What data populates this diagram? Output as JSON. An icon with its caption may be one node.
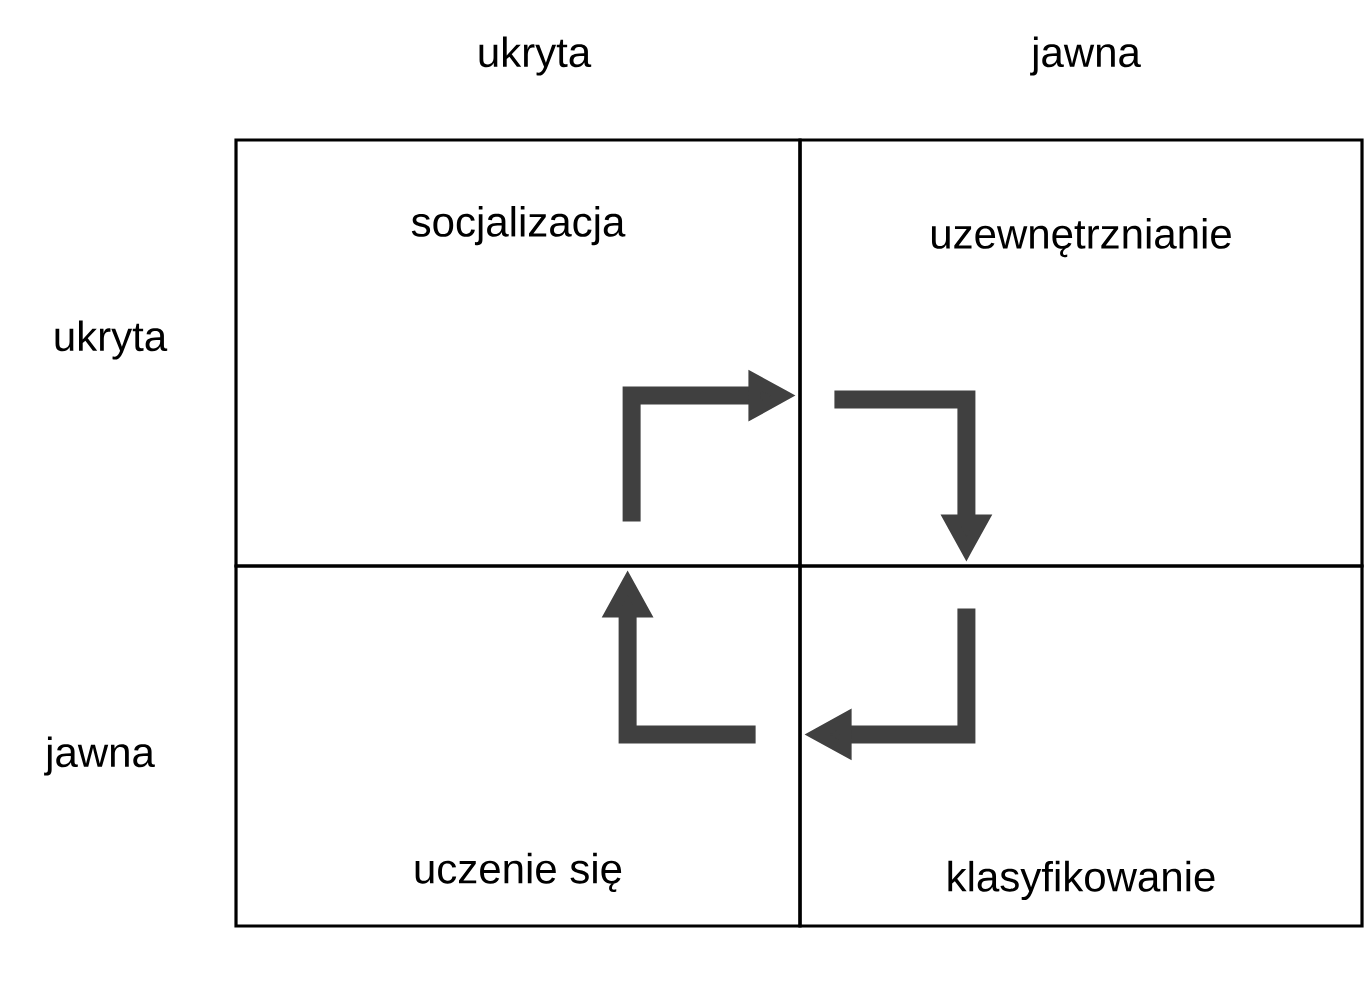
{
  "diagram": {
    "nodes": [
      {
        "text": [
          "socjalizacja"
        ]
      },
      {
        "text": [
          "uzewnętrznianie"
        ]
      },
      {
        "text": [
          "uczenie się"
        ]
      },
      {
        "text": [
          "klasyfikowanie"
        ]
      }
    ],
    "edges": [
      {
        "from": 0,
        "to": 1,
        "arrow": "to"
      },
      {
        "from": 1,
        "to": 3,
        "arrow": "to"
      },
      {
        "from": 3,
        "to": 2,
        "arrow": "to"
      },
      {
        "from": 2,
        "to": 0,
        "arrow": "to"
      }
    ],
    "labels": [
      "ukryta",
      "jawna",
      "ukryta",
      "jawna"
    ]
  }
}
